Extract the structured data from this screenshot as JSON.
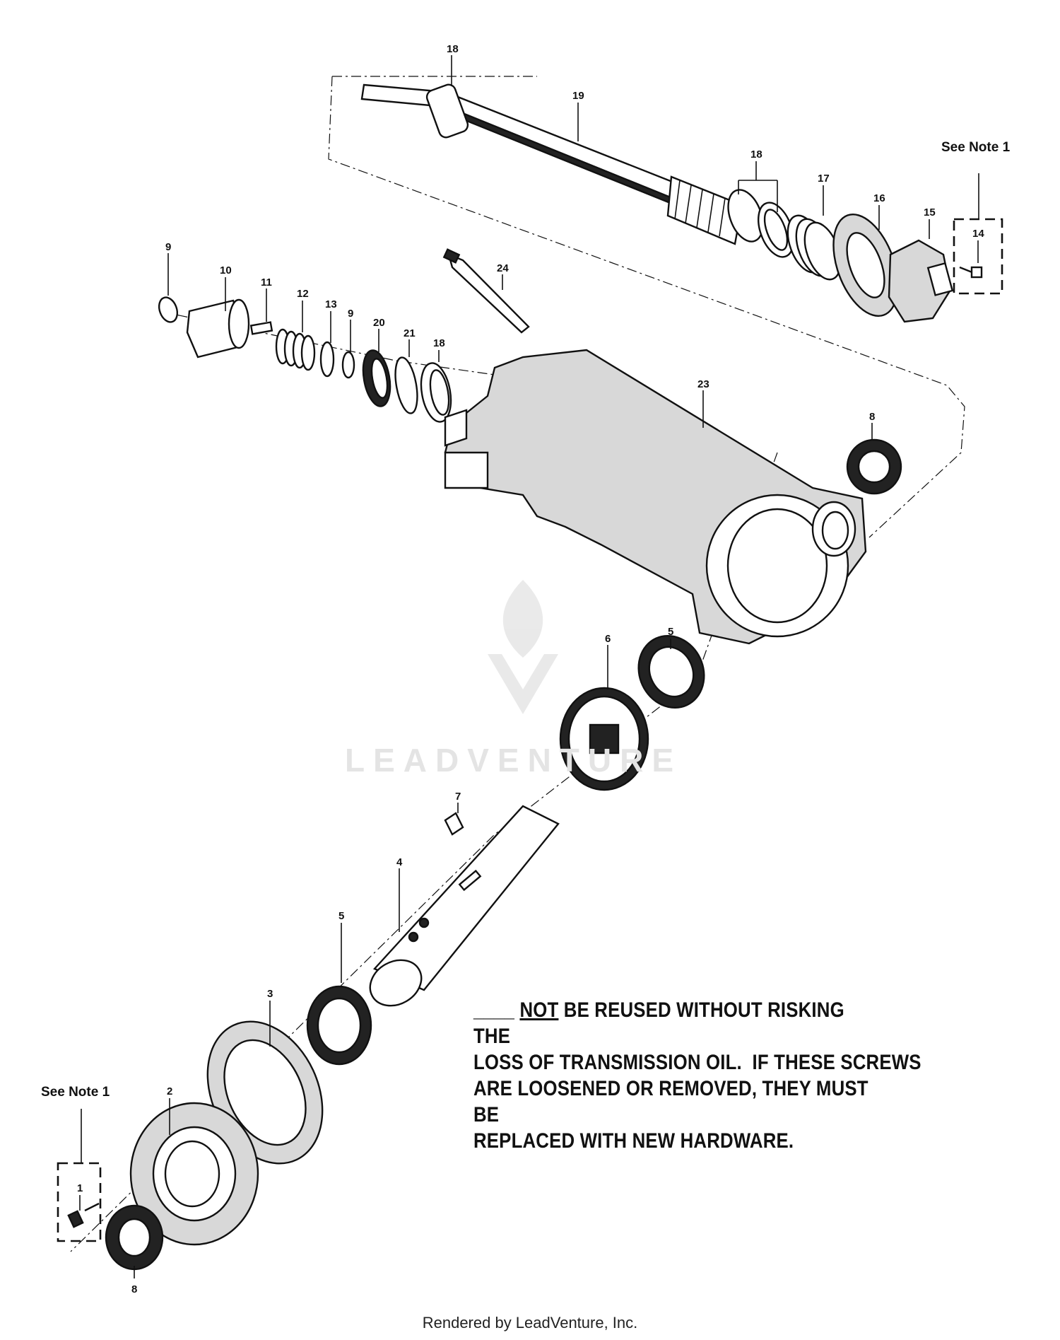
{
  "callouts": {
    "c1": "1",
    "c2": "2",
    "c3": "3",
    "c4": "4",
    "c5a": "5",
    "c5b": "5",
    "c6": "6",
    "c7": "7",
    "c8a": "8",
    "c8b": "8",
    "c9a": "9",
    "c9b": "9",
    "c10": "10",
    "c11": "11",
    "c12": "12",
    "c13": "13",
    "c14": "14",
    "c15": "15",
    "c16": "16",
    "c17": "17",
    "c18a": "18",
    "c18b": "18",
    "c18c": "18",
    "c19": "19",
    "c20": "20",
    "c21": "21",
    "c23": "23",
    "c24": "24"
  },
  "notes": {
    "top_right": "See Note 1",
    "bottom_left": "See Note 1"
  },
  "notice": {
    "blank": "____",
    "underlined": "NOT",
    "line1_rest": " BE REUSED WITHOUT RISKING THE",
    "line2": "LOSS OF TRANSMISSION OIL.  IF THESE SCREWS",
    "line3": "ARE LOOSENED OR REMOVED, THEY MUST BE",
    "line4": "REPLACED WITH NEW HARDWARE."
  },
  "watermark": "LEADVENTURE",
  "footer": "Rendered by LeadVenture, Inc."
}
